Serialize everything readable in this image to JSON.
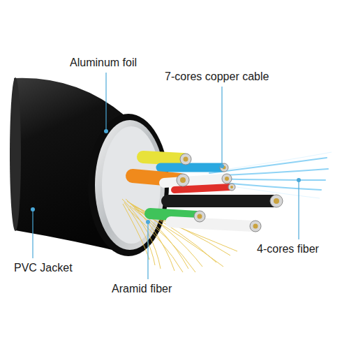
{
  "diagram": {
    "labels": [
      "Aluminum foil",
      "7-cores copper cable",
      "4-cores fiber",
      "PVC Jacket",
      "Aramid fiber"
    ]
  }
}
